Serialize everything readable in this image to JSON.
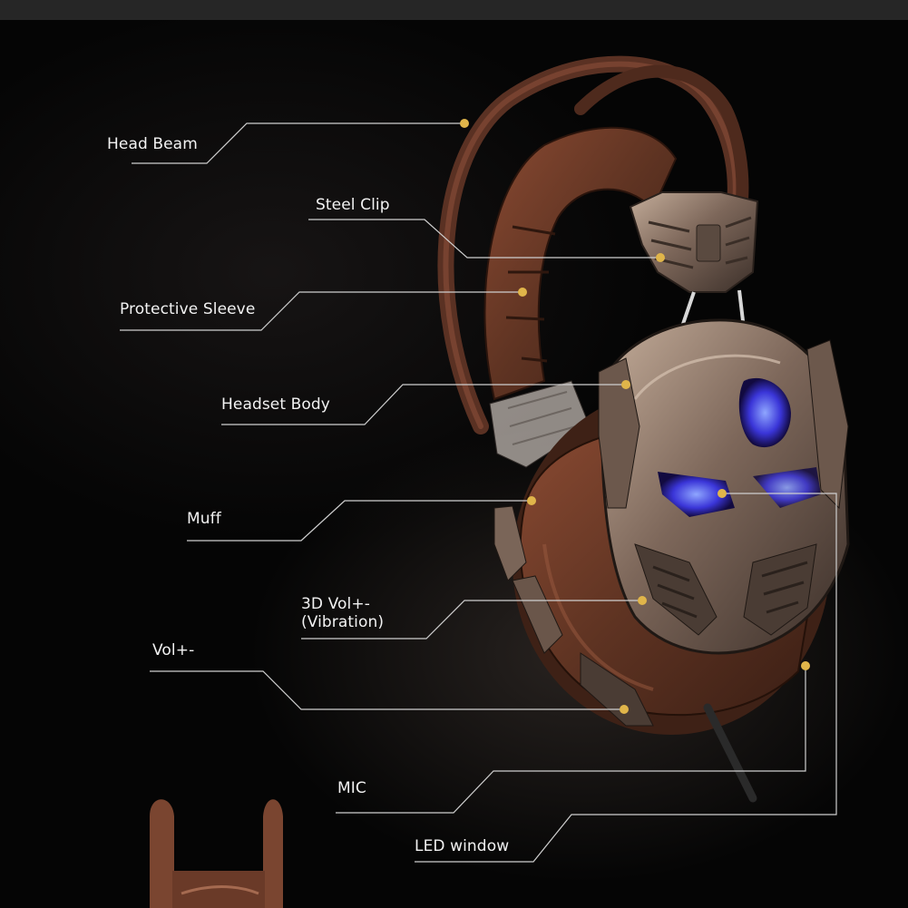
{
  "callouts": [
    {
      "id": "head-beam",
      "text": "Head Beam"
    },
    {
      "id": "steel-clip",
      "text": "Steel Clip"
    },
    {
      "id": "protective-sleeve",
      "text": "Protective Sleeve"
    },
    {
      "id": "headset-body",
      "text": "Headset Body"
    },
    {
      "id": "muff",
      "text": "Muff"
    },
    {
      "id": "3d-vol",
      "text": "3D Vol+-\n(Vibration)"
    },
    {
      "id": "vol",
      "text": "Vol+-"
    },
    {
      "id": "mic",
      "text": "MIC"
    },
    {
      "id": "led-window",
      "text": "LED window"
    }
  ],
  "colors": {
    "background": "#050505",
    "leather": "#6b3a28",
    "metal": "#8a7464",
    "callout_dot": "#e0b54a",
    "led": "#4a4cff"
  }
}
